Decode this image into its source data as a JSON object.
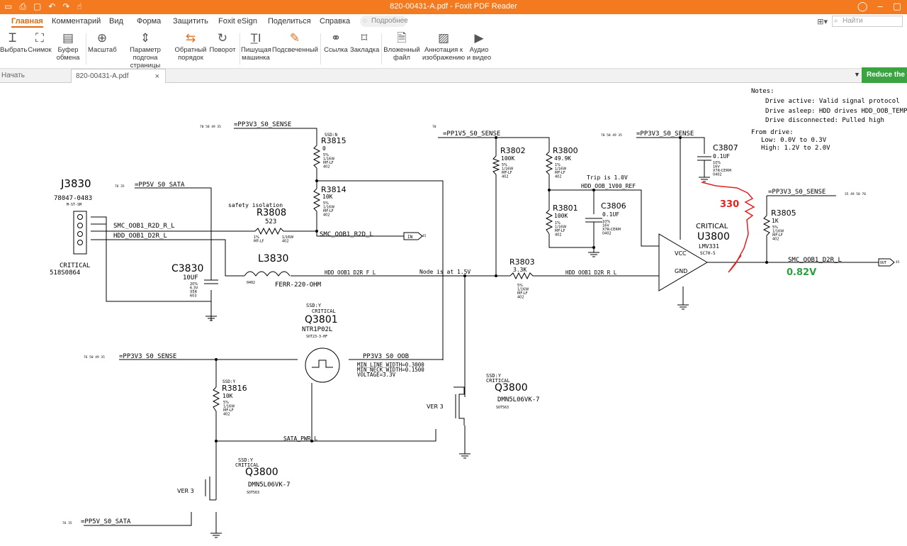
{
  "window": {
    "title": "820-00431-A.pdf - Foxit PDF Reader"
  },
  "menu": {
    "items": [
      "Главная",
      "Комментарий",
      "Вид",
      "Форма",
      "Защитить",
      "Foxit eSign",
      "Поделиться",
      "Справка"
    ],
    "tell_me": "Подробнее",
    "search_placeholder": "Найти"
  },
  "ribbon": {
    "select": "Выбрать",
    "snapshot": "Снимок",
    "clipboard": "Буфер\nобмена",
    "zoom": "Масштаб",
    "fit_page": "Параметр подгона\nстраницы",
    "reverse": "Обратный\nпорядок",
    "rotate": "Поворот",
    "typewriter": "Пишущая\nмашинка",
    "highlight": "Подсвеченный",
    "link": "Ссылка",
    "bookmark": "Закладка",
    "attach": "Вложенный\nфайл",
    "image_annot": "Аннотация к\nизображению",
    "audio_video": "Аудио\nи видео"
  },
  "tabs": {
    "start": "Начать",
    "doc": "820-00431-A.pdf"
  },
  "promo": "Reduce the file",
  "schematic": {
    "notes": {
      "title": "Notes:",
      "l1": "Drive active: Valid signal protocol",
      "l2": "Drive asleep: HDD drives HDD_OOB_TEMP lo",
      "l3": "Drive disconnected: Pulled high",
      "l4": "From drive:",
      "l5": "Low:  0.0V to 0.3V",
      "l6": "High:  1.2V to 2.0V"
    },
    "nets": {
      "pp3v3_top": "=PP3V3_S0_SENSE",
      "pp3v3_top_pages": "70 50 49 35",
      "pp1v5": "=PP1V5_S0_SENSE",
      "pp1v5_pages": "70",
      "pp3v3_right": "=PP3V3_S0_SENSE",
      "pp3v3_right_pages": "70 50 49 35",
      "pp3v3_far": "=PP3V3_S0_SENSE",
      "pp3v3_far_pages": "35 49 50 70",
      "pp5v_sata": "=PP5V_S0_SATA",
      "pp5v_sata_pages": "76 35",
      "smc_r2d_r": "SMC_OOB1_R2D_R_L",
      "hdd_d2r": "HDD_OOB1_D2R_L",
      "smc_r2d": "SMC_OOB1_R2D_L",
      "smc_r2d_page": "45",
      "hdd_d2r_f": "HDD_OOB1_D2R_F_L",
      "hdd_d2r_r": "HDD_OOB1_D2R_R_L",
      "node": "Node is at 1.5V",
      "trip": "Trip is 1.0V",
      "ref": "HDD_OOB_1V00_REF",
      "smc_d2r": "SMC_OOB1_D2R_L",
      "smc_d2r_page": "45",
      "pp3v3_mid": "=PP3V3_S0_SENSE",
      "pp3v3_mid_pages": "76 50 49 35",
      "pp3v3_oob": "PP3V3_S0_OOB",
      "oob_l1": "MIN_LINE_WIDTH=0.3000",
      "oob_l2": "MIN_NECK_WIDTH=0.1500",
      "oob_l3": "VOLTAGE=3.3V",
      "sata_pwr": "SATA_PWR_L",
      "pp5v_bot": "=PP5V_S0_SATA",
      "pp5v_bot_pages": "76 35"
    },
    "parts": {
      "j3830": "J3830",
      "j3830_pn": "78047-0483",
      "j3830_type": "M-ST-SM",
      "j3830_crit": "CRITICAL",
      "j3830_alt": "518S0864",
      "r3815": "R3815",
      "r3815_v": "0",
      "r3815_s": "5%\n1/16W\nMF-LF\n402",
      "ssd_n": "SSD:N",
      "r3814": "R3814",
      "r3814_v": "10K",
      "r3814_s": "5%\n1/16W\nMF-LF\n402",
      "r3808": "R3808",
      "r3808_v": "523",
      "r3808_note": "safety isolation",
      "r3808_l": "1%\nMF-LF",
      "r3808_r": "1/16W\n402",
      "l3830": "L3830",
      "l3830_v": "FERR-220-OHM",
      "l3830_pkg": "0402",
      "c3830": "C3830",
      "c3830_v": "10UF",
      "c3830_s": "20%\n6.3V\nX5R\n603",
      "r3802": "R3802",
      "r3802_v": "100K",
      "r3802_s": "5%\n1/16W\nMF-LF\n402",
      "r3800": "R3800",
      "r3800_v": "49.9K",
      "r3800_s": "1%\n1/16W\nMF-LF\n402",
      "r3801": "R3801",
      "r3801_v": "100K",
      "r3801_s": "1%\n1/16W\nMF-LF\n402",
      "c3806": "C3806",
      "c3806_v": "0.1UF",
      "c3806_s": "10%\n16V\nX7R-CERM\n0402",
      "c3807": "C3807",
      "c3807_v": "0.1UF",
      "c3807_s": "10%\n16V\nX7R-CERM\n0402",
      "r3803": "R3803",
      "r3803_v": "3.3K",
      "r3803_s": "5%\n1/16W\nMF-LF\n402",
      "r3805": "R3805",
      "r3805_v": "1K",
      "r3805_s": "5%\n1/16W\nMF-LF\n402",
      "u3800_crit": "CRITICAL",
      "u3800": "U3800",
      "u3800_v": "LMV331",
      "u3800_pkg": "SC70-5",
      "vcc": "VCC",
      "gnd": "GND",
      "q3801_ssd": "SSD:Y",
      "q3801_crit": "CRITICAL",
      "q3801": "Q3801",
      "q3801_v": "NTR1P02L",
      "q3801_pkg": "SOT23-3-HF",
      "q3800a_ssd": "SSD:Y",
      "q3800a_crit": "CRITICAL",
      "q3800a": "Q3800",
      "q3800a_v": "DMN5L06VK-7",
      "q3800a_pkg": "SOT563",
      "q3800a_ver": "VER 3",
      "r3816": "R3816",
      "r3816_v": "10K",
      "r3816_s": "5%\n1/16W\nMF-LF\n402",
      "ssd_y2": "SSD:Y",
      "q3800b_ssd": "SSD:Y",
      "q3800b_crit": "CRITICAL",
      "q3800b": "Q3800",
      "q3800b_v": "DMN5L06VK-7",
      "q3800b_pkg": "SOT563",
      "q3800b_ver": "VER 3",
      "in": "IN",
      "out": "OUT"
    },
    "annotations": {
      "red_r": "330",
      "green_v": "0.82V"
    }
  }
}
